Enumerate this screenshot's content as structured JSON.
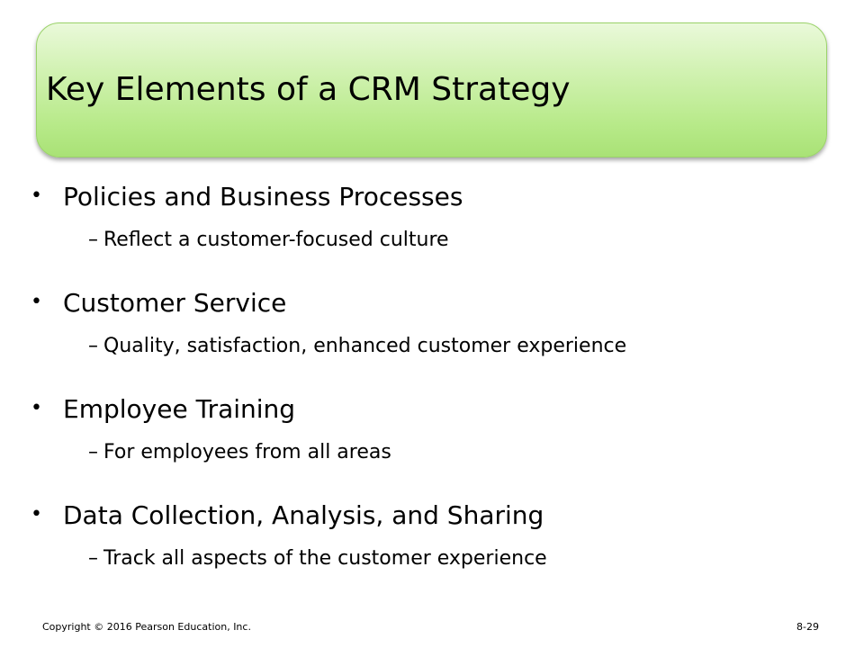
{
  "slide": {
    "title": "Key Elements of a CRM Strategy",
    "bullets": [
      {
        "marker": "•",
        "text": "Policies and Business Processes",
        "sub_marker": "–",
        "sub": "Reflect a customer-focused culture"
      },
      {
        "marker": "•",
        "text": "Customer Service",
        "sub_marker": "–",
        "sub": "Quality, satisfaction, enhanced customer experience"
      },
      {
        "marker": "•",
        "text": "Employee Training",
        "sub_marker": "–",
        "sub": "For employees from all areas"
      },
      {
        "marker": "•",
        "text": "Data Collection, Analysis, and Sharing",
        "sub_marker": "–",
        "sub": "Track all aspects of the customer experience"
      }
    ],
    "footer": {
      "copyright": "Copyright © 2016 Pearson Education, Inc.",
      "page": "8-29"
    }
  },
  "colors": {
    "title_box_top": "#eaf9da",
    "title_box_bottom": "#a9e276",
    "title_box_border": "#9bd36a",
    "text": "#000000",
    "background": "#ffffff"
  }
}
